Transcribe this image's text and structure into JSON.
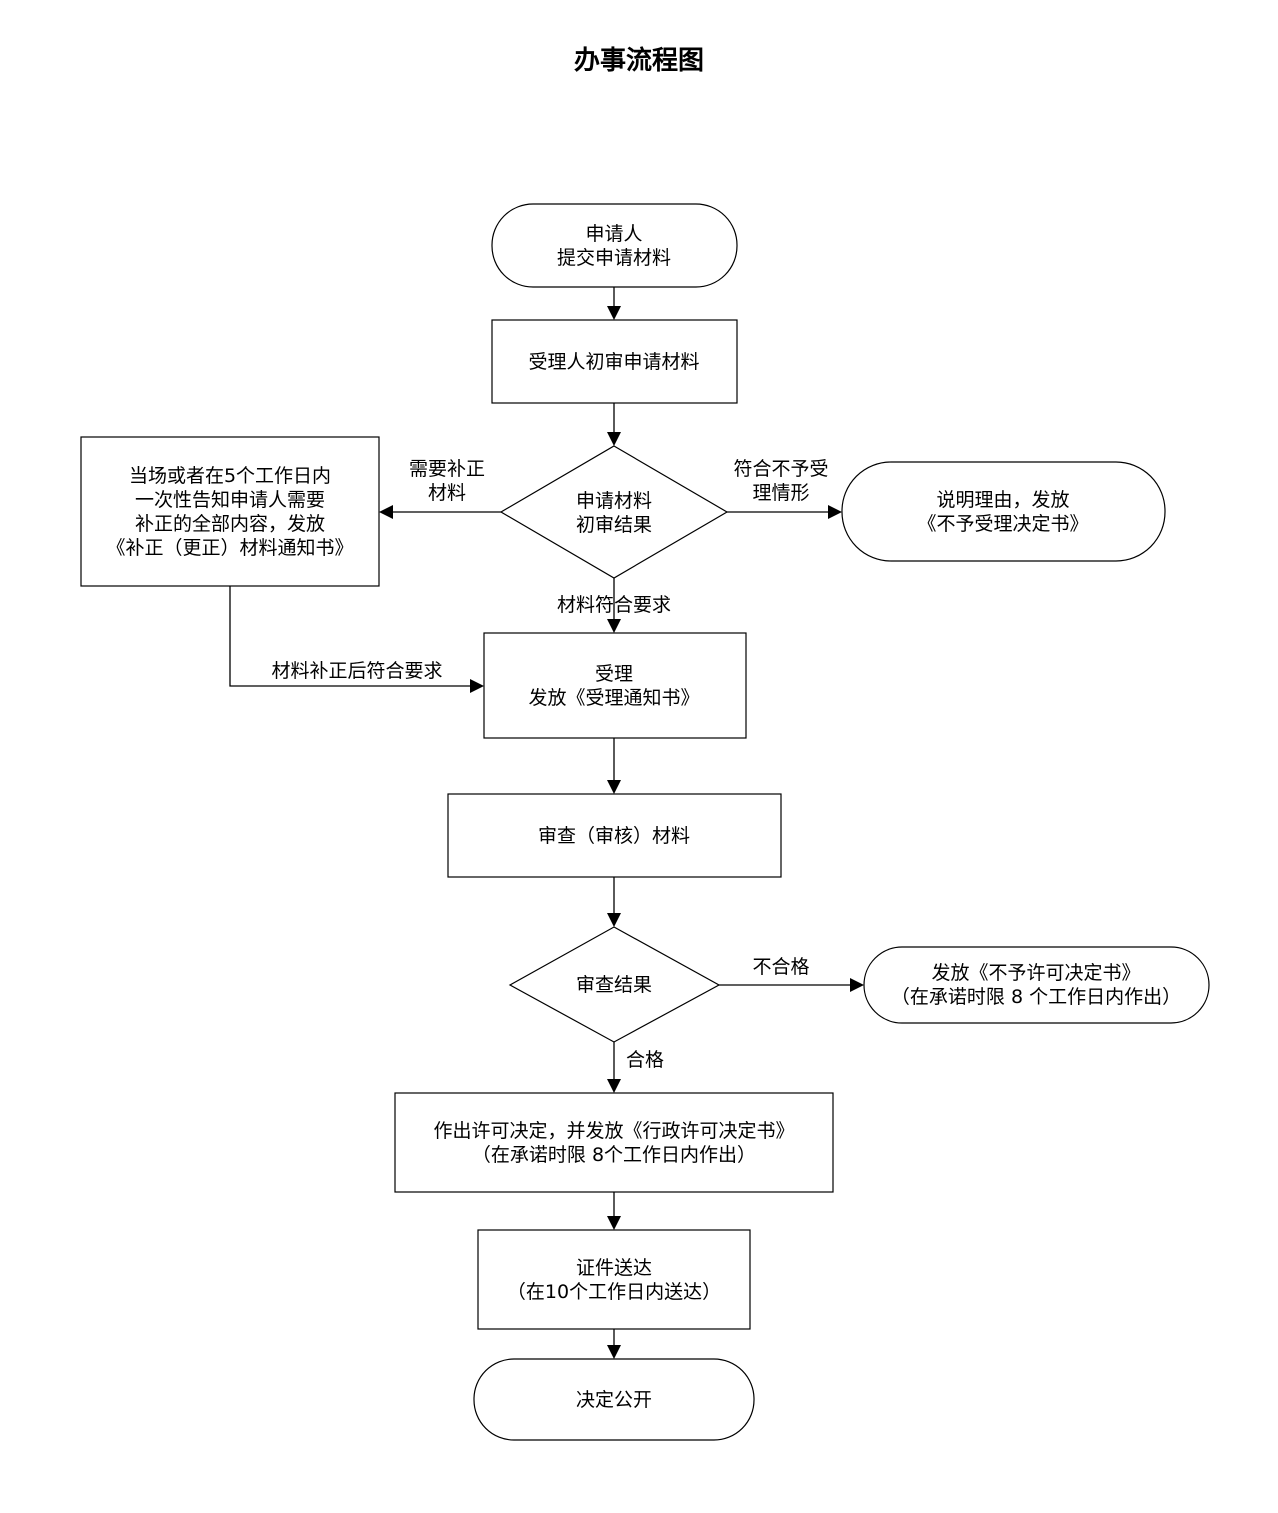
{
  "title": "办事流程图",
  "nodes": {
    "start": {
      "lines": [
        "申请人",
        "提交申请材料"
      ]
    },
    "initial_review": {
      "lines": [
        "受理人初审申请材料"
      ]
    },
    "initial_result": {
      "lines": [
        "申请材料",
        "初审结果"
      ]
    },
    "supplement_notice": {
      "lines": [
        "当场或者在5个工作日内",
        "一次性告知申请人需要",
        "补正的全部内容，发放",
        "《补正（更正）材料通知书》"
      ]
    },
    "reject_acceptance": {
      "lines": [
        "说明理由，发放",
        "《不予受理决定书》"
      ]
    },
    "accept": {
      "lines": [
        "受理",
        "发放《受理通知书》"
      ]
    },
    "examine": {
      "lines": [
        "审查（审核）材料"
      ]
    },
    "examine_result": {
      "lines": [
        "审查结果"
      ]
    },
    "deny_permit": {
      "lines": [
        "发放《不予许可决定书》",
        "（在承诺时限 8 个工作日内作出）"
      ]
    },
    "grant_permit": {
      "lines": [
        "作出许可决定，并发放《行政许可决定书》",
        "（在承诺时限 8个工作日内作出）"
      ]
    },
    "deliver": {
      "lines": [
        "证件送达",
        "（在10个工作日内送达）"
      ]
    },
    "publish": {
      "lines": [
        "决定公开"
      ]
    }
  },
  "edge_labels": {
    "need_supplement": [
      "需要补正",
      "材料"
    ],
    "not_accept_case": [
      "符合不予受",
      "理情形"
    ],
    "materials_ok": [
      "材料符合要求"
    ],
    "after_supplement": [
      "材料补正后符合要求"
    ],
    "fail": [
      "不合格"
    ],
    "pass": [
      "合格"
    ]
  }
}
